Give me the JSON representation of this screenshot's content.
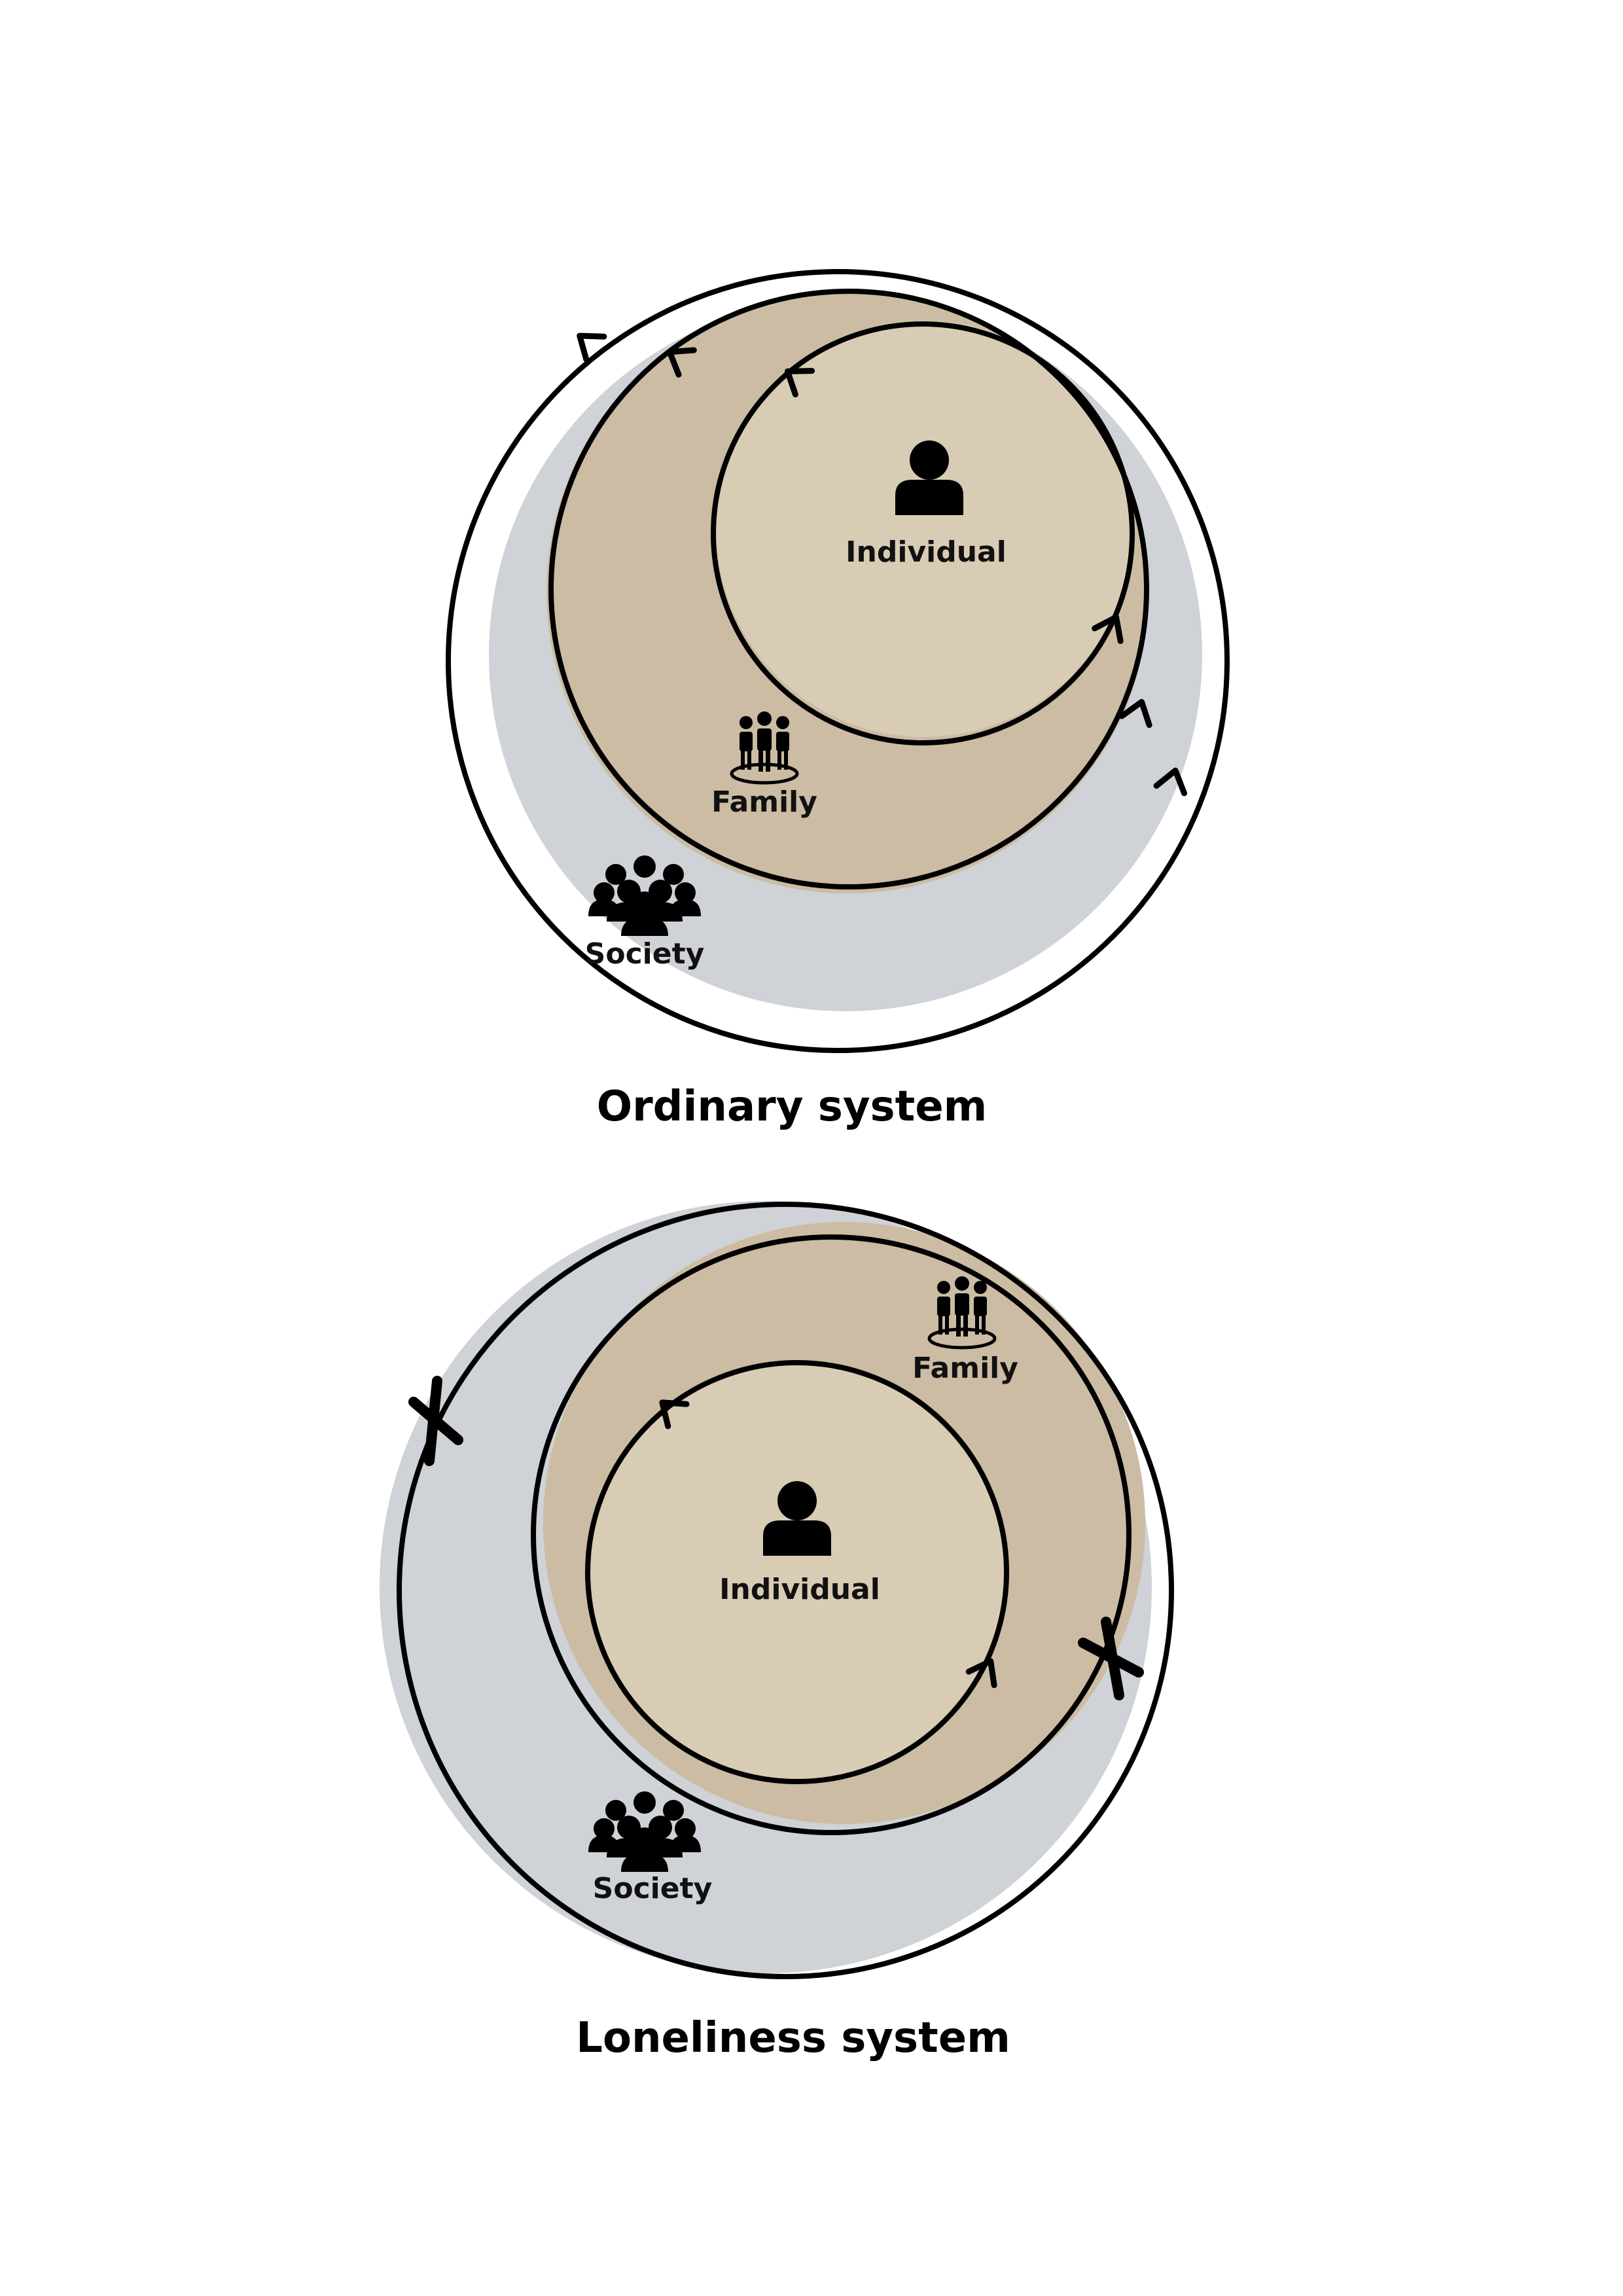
{
  "colors": {
    "society_fill": "#cfd2d6",
    "family_fill": "#cbbca3",
    "individual_fill": "#d9ccb4",
    "stroke": "#000000"
  },
  "ordinary": {
    "caption": "Ordinary system",
    "individual_label": "Individual",
    "family_label": "Family",
    "society_label": "Society",
    "icons": [
      "person-icon",
      "family-icon",
      "crowd-icon"
    ]
  },
  "loneliness": {
    "caption": "Loneliness system",
    "individual_label": "Individual",
    "family_label": "Family",
    "society_label": "Society",
    "icons": [
      "person-icon",
      "family-icon",
      "crowd-icon",
      "break-x-icon"
    ]
  }
}
